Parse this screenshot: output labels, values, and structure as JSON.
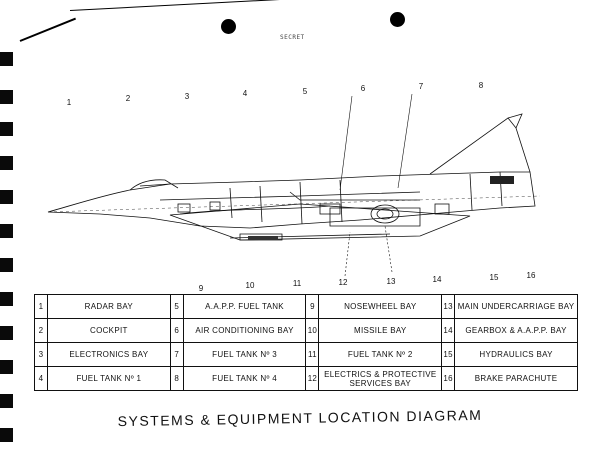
{
  "header_stamp": "SECRET",
  "callout_numbers": [
    "1",
    "2",
    "3",
    "4",
    "5",
    "6",
    "7",
    "8",
    "9",
    "10",
    "11",
    "12",
    "13",
    "14",
    "15",
    "16"
  ],
  "legend": {
    "rows": [
      [
        {
          "n": "1",
          "label": "RADAR BAY"
        },
        {
          "n": "5",
          "label": "A.A.P.P. FUEL TANK"
        },
        {
          "n": "9",
          "label": "NOSEWHEEL BAY"
        },
        {
          "n": "13",
          "label": "MAIN UNDERCARRIAGE BAY"
        }
      ],
      [
        {
          "n": "2",
          "label": "COCKPIT"
        },
        {
          "n": "6",
          "label": "AIR CONDITIONING BAY"
        },
        {
          "n": "10",
          "label": "MISSILE BAY"
        },
        {
          "n": "14",
          "label": "GEARBOX & A.A.P.P. BAY"
        }
      ],
      [
        {
          "n": "3",
          "label": "ELECTRONICS BAY"
        },
        {
          "n": "7",
          "label": "FUEL TANK Nº 3"
        },
        {
          "n": "11",
          "label": "FUEL TANK Nº 2"
        },
        {
          "n": "15",
          "label": "HYDRAULICS BAY"
        }
      ],
      [
        {
          "n": "4",
          "label": "FUEL TANK Nº 1"
        },
        {
          "n": "8",
          "label": "FUEL TANK Nº 4"
        },
        {
          "n": "12",
          "label": "ELECTRICS & PROTECTIVE SERVICES BAY"
        },
        {
          "n": "16",
          "label": "BRAKE PARACHUTE"
        }
      ]
    ]
  },
  "title": "SYSTEMS & EQUIPMENT LOCATION DIAGRAM"
}
